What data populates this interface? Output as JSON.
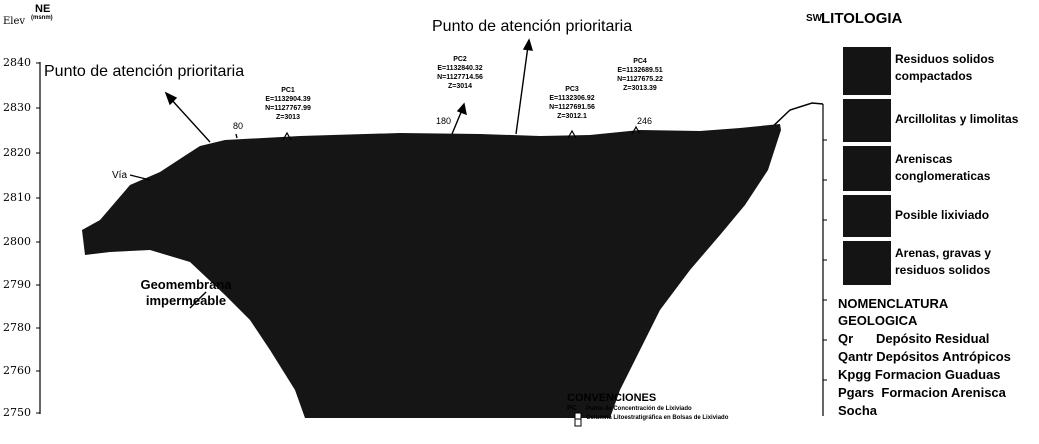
{
  "axis": {
    "ne_label": "NE",
    "elev_label": "Elev",
    "unit_label": "(msnm)",
    "ticks": [
      "2840",
      "2830",
      "2820",
      "2810",
      "2800",
      "2790",
      "2780",
      "2760",
      "2750"
    ],
    "sw_label": "SW"
  },
  "annotations": {
    "priority_left": "Punto de atención prioritaria",
    "priority_top": "Punto de atención prioritaria",
    "via": "Vía",
    "geomembrane": "Geomembrana impermeable",
    "marker_80": "80",
    "marker_180": "180",
    "marker_246": "246"
  },
  "points": [
    {
      "id": "PC1",
      "e": "E=1132904.39",
      "n": "N=1127767.99",
      "z": "Z=3013"
    },
    {
      "id": "PC2",
      "e": "E=1132840.32",
      "n": "N=1127714.56",
      "z": "Z=3014"
    },
    {
      "id": "PC3",
      "e": "E=1132306.92",
      "n": "N=1127691.56",
      "z": "Z=3012.1"
    },
    {
      "id": "PC4",
      "e": "E=1132689.51",
      "n": "N=1127675.22",
      "z": "Z=3013.39"
    }
  ],
  "legend": {
    "title": "LITOLOGIA",
    "items": [
      {
        "label": "Residuos solidos compactados"
      },
      {
        "label": "Arcillolitas y limolitas"
      },
      {
        "label": "Areniscas conglomeraticas"
      },
      {
        "label": "Posible lixiviado"
      },
      {
        "label": "Arenas, gravas y residuos solidos"
      }
    ]
  },
  "nomenclature": {
    "title_line1": "NOMENCLATURA",
    "title_line2": "GEOLOGICA",
    "items": [
      {
        "code": "Qr",
        "desc": "Depósito Residual"
      },
      {
        "code": "Qantr",
        "desc": "Depósitos Antrópicos"
      },
      {
        "code": "Kpgg",
        "desc": "Formacion Guaduas"
      },
      {
        "code": "Pgars",
        "desc": "Formacion Arenisca"
      }
    ],
    "tail": "Socha"
  },
  "conventions": {
    "title": "CONVENCIONES",
    "pc_code": "PC",
    "pc_desc": "Punto de Concentración de Lixiviado",
    "col_desc": "Columna Litoestratigráfica en Bolsas de Lixiviado"
  },
  "colors": {
    "fill": "#151515",
    "ink": "#000000",
    "background": "#ffffff"
  }
}
